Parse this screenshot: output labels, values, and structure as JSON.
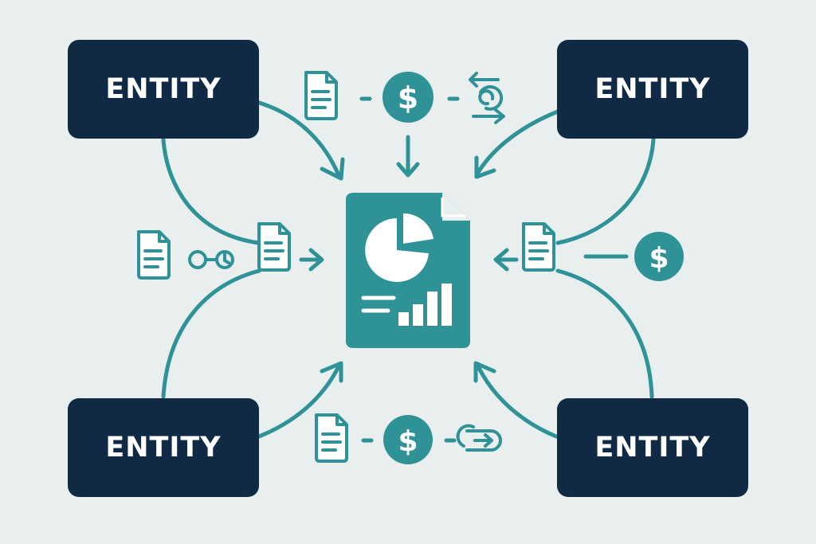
{
  "colors": {
    "background": "#e9eeee",
    "entity_fill": "#102a45",
    "entity_text": "#ffffff",
    "accent": "#2e9297",
    "accent_light": "#ffffff"
  },
  "entities": [
    {
      "label": "ENTITY"
    },
    {
      "label": "ENTITY"
    },
    {
      "label": "ENTITY"
    },
    {
      "label": "ENTITY"
    }
  ],
  "icons": {
    "center": "report-chart-icon",
    "document": "document-icon",
    "dollar": "dollar-coin-icon",
    "exchange": "exchange-arrows-icon",
    "link": "link-icon"
  },
  "dollar_symbol": "$"
}
